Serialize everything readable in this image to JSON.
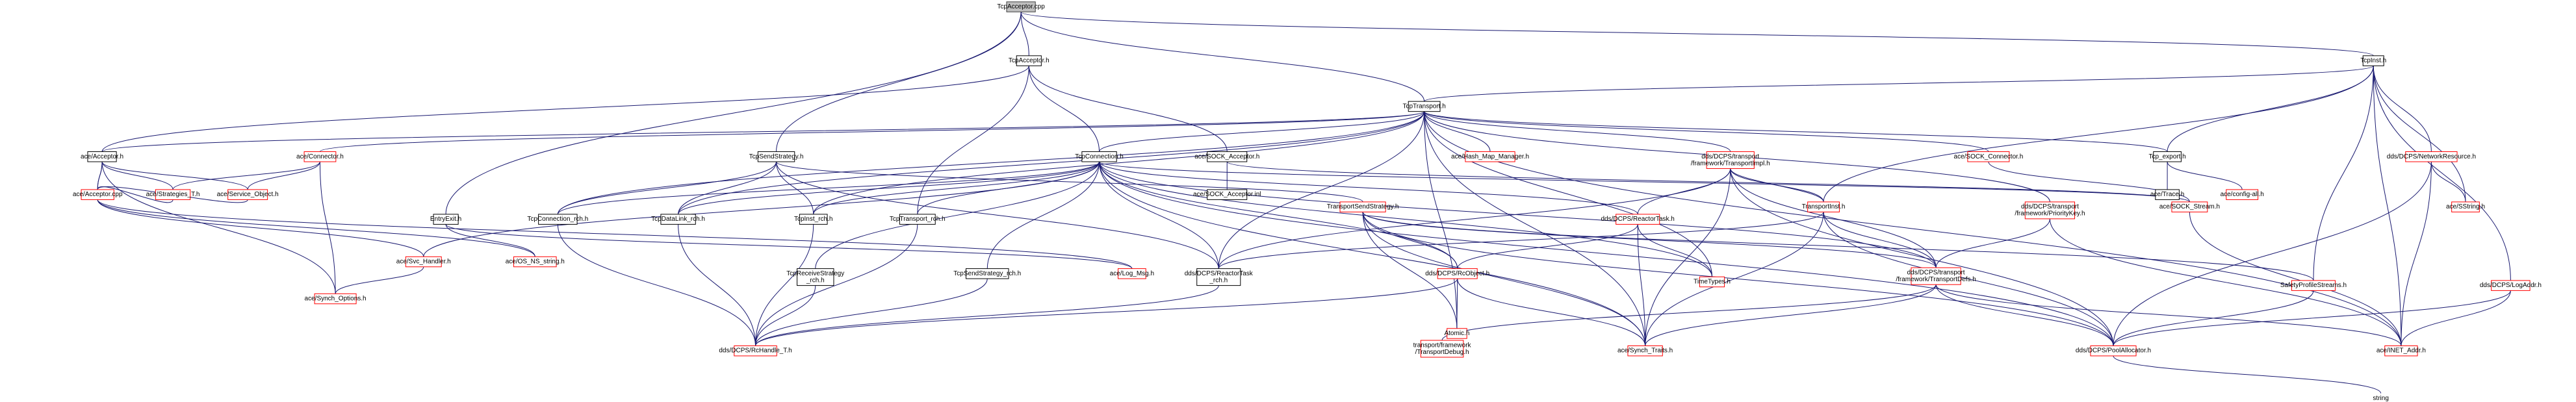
{
  "nodes": {
    "tcpacceptor_cpp": [
      "TcpAcceptor.cpp"
    ],
    "tcpacceptor_h": [
      "TcpAcceptor.h"
    ],
    "tcpinst_h": [
      "TcpInst.h"
    ],
    "tcptransport_h": [
      "TcpTransport.h"
    ],
    "ace_acceptor_h": [
      "ace/Acceptor.h"
    ],
    "ace_acceptor_cpp": [
      "ace/Acceptor.cpp"
    ],
    "ace_strategies_t_h": [
      "ace/Strategies_T.h"
    ],
    "ace_service_object_h": [
      "ace/Service_Object.h"
    ],
    "ace_svc_handler_h": [
      "ace/Svc_Handler.h"
    ],
    "ace_synch_options_h": [
      "ace/Synch_Options.h"
    ],
    "ace_os_ns_string_h": [
      "ace/OS_NS_string.h"
    ],
    "ace_connector_h": [
      "ace/Connector.h"
    ],
    "tcpsendstrategy_h": [
      "TcpSendStrategy.h"
    ],
    "tcpconnection_h": [
      "TcpConnection.h"
    ],
    "ace_sock_acceptor_h": [
      "ace/SOCK_Acceptor.h"
    ],
    "ace_sock_acceptor_inl": [
      "ace/SOCK_Acceptor.inl"
    ],
    "ace_hash_map_manager_h": [
      "ace/Hash_Map_Manager.h"
    ],
    "transportimpl_h": [
      "dds/DCPS/transport",
      "/framework/TransportImpl.h"
    ],
    "ace_sock_connector_h": [
      "ace/SOCK_Connector.h"
    ],
    "tcp_export_h": [
      "Tcp_export.h"
    ],
    "ace_trace_h": [
      "ace/Trace.h"
    ],
    "ace_config_all_h": [
      "ace/config-all.h"
    ],
    "networkresource_h": [
      "dds/DCPS/NetworkResource.h"
    ],
    "ace_sstring_h": [
      "ace/SString.h"
    ],
    "entryexit_h": [
      "EntryExit.h"
    ],
    "tcpconnection_rch_h": [
      "TcpConnection_rch.h"
    ],
    "tcpdatalink_rch_h": [
      "TcpDataLink_rch.h"
    ],
    "tcpinst_rch_h": [
      "TcpInst_rch.h"
    ],
    "tcptransport_rch_h": [
      "TcpTransport_rch.h"
    ],
    "transportsendstrategy_h": [
      "TransportSendStrategy.h"
    ],
    "reactortask_h": [
      "dds/DCPS/ReactorTask.h"
    ],
    "transportinst_h": [
      "TransportInst.h"
    ],
    "prioritykey_h": [
      "dds/DCPS/transport",
      "/framework/PriorityKey.h"
    ],
    "ace_sock_stream_h": [
      "ace/SOCK_Stream.h"
    ],
    "tcpreceivestrategy_rch_h": [
      "TcpReceiveStrategy",
      "_rch.h"
    ],
    "tcpsendstrategy_rch_h": [
      "TcpSendStrategy_rch.h"
    ],
    "reactortask_rch_h": [
      "dds/DCPS/ReactorTask",
      "_rch.h"
    ],
    "ace_log_msg_h": [
      "ace/Log_Msg.h"
    ],
    "rcobject_h": [
      "dds/DCPS/RcObject.h"
    ],
    "timetypes_h": [
      "TimeTypes.h"
    ],
    "transportdefs_h": [
      "dds/DCPS/transport",
      "/framework/TransportDefs.h"
    ],
    "safetyprofilestreams_h": [
      "SafetyProfileStreams.h"
    ],
    "logaddr_h": [
      "dds/DCPS/LogAddr.h"
    ],
    "rchandle_t_h": [
      "dds/DCPS/RcHandle_T.h"
    ],
    "transportdebug_h": [
      "transport/framework",
      "/TransportDebug.h"
    ],
    "ace_synch_traits_h": [
      "ace/Synch_Traits.h"
    ],
    "atomic_h": [
      "Atomic.h"
    ],
    "pooallocator_h": [
      "dds/DCPS/PoolAllocator.h"
    ],
    "ace_inet_addr_h": [
      "ace/INET_Addr.h"
    ],
    "string": [
      "string"
    ]
  },
  "edges": [
    [
      "tcpacceptor_cpp",
      "tcpacceptor_h"
    ],
    [
      "tcpacceptor_cpp",
      "tcpinst_h"
    ],
    [
      "tcpacceptor_cpp",
      "tcptransport_h"
    ],
    [
      "tcpacceptor_cpp",
      "tcpsendstrategy_h"
    ],
    [
      "tcpacceptor_cpp",
      "entryexit_h"
    ],
    [
      "tcpacceptor_h",
      "tcpconnection_h"
    ],
    [
      "tcpacceptor_h",
      "ace_sock_acceptor_h"
    ],
    [
      "tcpacceptor_h",
      "tcptransport_rch_h"
    ],
    [
      "tcpacceptor_h",
      "ace_acceptor_h"
    ],
    [
      "tcpinst_h",
      "tcptransport_h"
    ],
    [
      "tcpinst_h",
      "tcp_export_h"
    ],
    [
      "tcpinst_h",
      "networkresource_h"
    ],
    [
      "tcpinst_h",
      "ace_sstring_h"
    ],
    [
      "tcpinst_h",
      "transportinst_h"
    ],
    [
      "tcpinst_h",
      "logaddr_h"
    ],
    [
      "tcpinst_h",
      "safetyprofilestreams_h"
    ],
    [
      "tcpinst_h",
      "ace_inet_addr_h"
    ],
    [
      "tcptransport_h",
      "ace_acceptor_h"
    ],
    [
      "tcptransport_h",
      "ace_connector_h"
    ],
    [
      "tcptransport_h",
      "tcpconnection_h"
    ],
    [
      "tcptransport_h",
      "ace_hash_map_manager_h"
    ],
    [
      "tcptransport_h",
      "transportimpl_h"
    ],
    [
      "tcptransport_h",
      "ace_sock_connector_h"
    ],
    [
      "tcptransport_h",
      "tcp_export_h"
    ],
    [
      "tcptransport_h",
      "tcpconnection_rch_h"
    ],
    [
      "tcptransport_h",
      "tcpdatalink_rch_h"
    ],
    [
      "tcptransport_h",
      "tcpinst_rch_h"
    ],
    [
      "tcptransport_h",
      "prioritykey_h"
    ],
    [
      "tcptransport_h",
      "timetypes_h"
    ],
    [
      "tcptransport_h",
      "ace_synch_traits_h"
    ],
    [
      "tcptransport_h",
      "atomic_h"
    ],
    [
      "tcptransport_h",
      "ace_inet_addr_h"
    ],
    [
      "tcptransport_h",
      "reactortask_rch_h"
    ],
    [
      "ace_acceptor_h",
      "ace_acceptor_cpp"
    ],
    [
      "ace_acceptor_h",
      "ace_strategies_t_h"
    ],
    [
      "ace_acceptor_h",
      "ace_service_object_h"
    ],
    [
      "ace_acceptor_h",
      "ace_synch_options_h"
    ],
    [
      "ace_acceptor_cpp",
      "ace_acceptor_h"
    ],
    [
      "ace_acceptor_cpp",
      "ace_strategies_t_h"
    ],
    [
      "ace_acceptor_cpp",
      "ace_service_object_h"
    ],
    [
      "ace_acceptor_cpp",
      "ace_svc_handler_h"
    ],
    [
      "ace_acceptor_cpp",
      "ace_os_ns_string_h"
    ],
    [
      "ace_acceptor_cpp",
      "ace_log_msg_h"
    ],
    [
      "ace_svc_handler_h",
      "ace_synch_options_h"
    ],
    [
      "ace_connector_h",
      "ace_strategies_t_h"
    ],
    [
      "ace_connector_h",
      "ace_service_object_h"
    ],
    [
      "ace_connector_h",
      "ace_synch_options_h"
    ],
    [
      "tcpsendstrategy_h",
      "tcpconnection_rch_h"
    ],
    [
      "tcpsendstrategy_h",
      "tcpdatalink_rch_h"
    ],
    [
      "tcpsendstrategy_h",
      "tcpinst_rch_h"
    ],
    [
      "tcpsendstrategy_h",
      "transportsendstrategy_h"
    ],
    [
      "tcpsendstrategy_h",
      "reactortask_rch_h"
    ],
    [
      "tcpconnection_h",
      "tcpconnection_rch_h"
    ],
    [
      "tcpconnection_h",
      "tcpdatalink_rch_h"
    ],
    [
      "tcpconnection_h",
      "tcpinst_rch_h"
    ],
    [
      "tcpconnection_h",
      "tcptransport_rch_h"
    ],
    [
      "tcpconnection_h",
      "tcpreceivestrategy_rch_h"
    ],
    [
      "tcpconnection_h",
      "tcpsendstrategy_rch_h"
    ],
    [
      "tcpconnection_h",
      "ace_svc_handler_h"
    ],
    [
      "tcpconnection_h",
      "reactortask_h"
    ],
    [
      "tcpconnection_h",
      "ace_sock_stream_h"
    ],
    [
      "tcpconnection_h",
      "reactortask_rch_h"
    ],
    [
      "tcpconnection_h",
      "rcobject_h"
    ],
    [
      "tcpconnection_h",
      "timetypes_h"
    ],
    [
      "tcpconnection_h",
      "transportdefs_h"
    ],
    [
      "tcpconnection_h",
      "pooallocator_h"
    ],
    [
      "tcpconnection_h",
      "ace_synch_traits_h"
    ],
    [
      "ace_sock_acceptor_h",
      "ace_sock_acceptor_inl"
    ],
    [
      "ace_sock_acceptor_h",
      "ace_sock_stream_h"
    ],
    [
      "transportimpl_h",
      "transportinst_h"
    ],
    [
      "transportimpl_h",
      "reactortask_h"
    ],
    [
      "transportimpl_h",
      "transportdefs_h"
    ],
    [
      "transportimpl_h",
      "reactortask_rch_h"
    ],
    [
      "transportimpl_h",
      "pooallocator_h"
    ],
    [
      "transportimpl_h",
      "ace_synch_traits_h"
    ],
    [
      "ace_sock_connector_h",
      "ace_sock_stream_h"
    ],
    [
      "tcp_export_h",
      "ace_trace_h"
    ],
    [
      "tcp_export_h",
      "ace_config_all_h"
    ],
    [
      "networkresource_h",
      "ace_sstring_h"
    ],
    [
      "networkresource_h",
      "pooallocator_h"
    ],
    [
      "networkresource_h",
      "ace_inet_addr_h"
    ],
    [
      "entryexit_h",
      "ace_log_msg_h"
    ],
    [
      "entryexit_h",
      "ace_os_ns_string_h"
    ],
    [
      "tcpconnection_rch_h",
      "rchandle_t_h"
    ],
    [
      "tcpdatalink_rch_h",
      "rchandle_t_h"
    ],
    [
      "tcpinst_rch_h",
      "rchandle_t_h"
    ],
    [
      "tcptransport_rch_h",
      "rchandle_t_h"
    ],
    [
      "transportsendstrategy_h",
      "rcobject_h"
    ],
    [
      "transportsendstrategy_h",
      "transportdefs_h"
    ],
    [
      "transportsendstrategy_h",
      "atomic_h"
    ],
    [
      "transportsendstrategy_h",
      "ace_synch_traits_h"
    ],
    [
      "transportsendstrategy_h",
      "pooallocator_h"
    ],
    [
      "transportsendstrategy_h",
      "safetyprofilestreams_h"
    ],
    [
      "reactortask_h",
      "rcobject_h"
    ],
    [
      "reactortask_h",
      "timetypes_h"
    ],
    [
      "reactortask_h",
      "ace_synch_traits_h"
    ],
    [
      "transportinst_h",
      "transportimpl_h"
    ],
    [
      "transportinst_h",
      "transportdefs_h"
    ],
    [
      "transportinst_h",
      "reactortask_rch_h"
    ],
    [
      "transportinst_h",
      "pooallocator_h"
    ],
    [
      "transportinst_h",
      "ace_synch_traits_h"
    ],
    [
      "prioritykey_h",
      "transportdefs_h"
    ],
    [
      "prioritykey_h",
      "ace_inet_addr_h"
    ],
    [
      "ace_sock_stream_h",
      "ace_inet_addr_h"
    ],
    [
      "tcpreceivestrategy_rch_h",
      "rchandle_t_h"
    ],
    [
      "tcpsendstrategy_rch_h",
      "rchandle_t_h"
    ],
    [
      "reactortask_rch_h",
      "rchandle_t_h"
    ],
    [
      "rcobject_h",
      "atomic_h"
    ],
    [
      "rcobject_h",
      "ace_synch_traits_h"
    ],
    [
      "rcobject_h",
      "rchandle_t_h"
    ],
    [
      "transportdefs_h",
      "transportdebug_h"
    ],
    [
      "transportdefs_h",
      "pooallocator_h"
    ],
    [
      "transportdefs_h",
      "ace_synch_traits_h"
    ],
    [
      "transportdefs_h",
      "ace_inet_addr_h"
    ],
    [
      "safetyprofilestreams_h",
      "pooallocator_h"
    ],
    [
      "logaddr_h",
      "pooallocator_h"
    ],
    [
      "logaddr_h",
      "ace_inet_addr_h"
    ],
    [
      "pooallocator_h",
      "string"
    ]
  ]
}
